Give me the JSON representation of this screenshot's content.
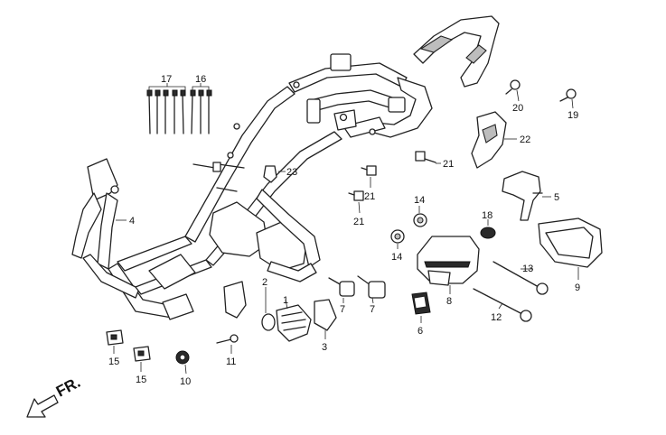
{
  "callouts": {
    "c1": "1",
    "c2": "2",
    "c3": "3",
    "c4": "4",
    "c5": "5",
    "c6": "6",
    "c7a": "7",
    "c7b": "7",
    "c8": "8",
    "c9": "9",
    "c10": "10",
    "c11": "11",
    "c12": "12",
    "c13": "13",
    "c14a": "14",
    "c14b": "14",
    "c15a": "15",
    "c15b": "15",
    "c16": "16",
    "c17": "17",
    "c18": "18",
    "c19": "19",
    "c20": "20",
    "c21a": "21",
    "c21b": "21",
    "c21c": "21",
    "c22": "22",
    "c23": "23"
  },
  "direction": {
    "label": "FR.",
    "icon": "front-direction-arrow-icon"
  },
  "colors": {
    "line": "#222222",
    "background": "#ffffff"
  }
}
